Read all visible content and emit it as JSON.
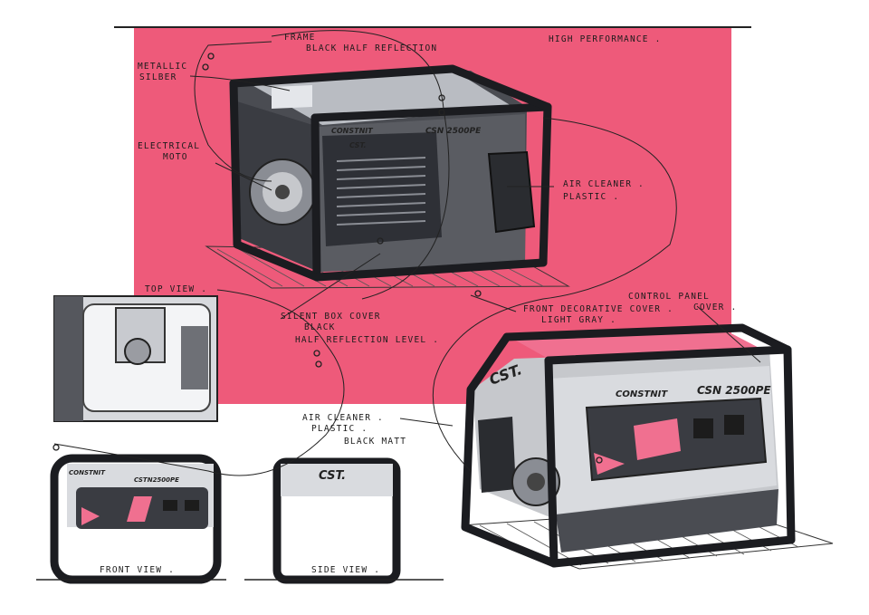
{
  "callouts": {
    "frame": "FRAME",
    "frame_finish": "BLACK HALF REFLECTION",
    "high_performance": "HIGH PERFORMANCE .",
    "metallic": "METALLIC",
    "silver": "SILBER",
    "electrical": "ELECTRICAL",
    "moto": "MOTO",
    "air_cleaner_top": "AIR CLEANER .",
    "plastic_top": "PLASTIC .",
    "top_view": "TOP VIEW .",
    "silent_box_cover": "SILENT BOX COVER",
    "black": "BLACK",
    "half_reflection_level": "HALF REFLECTION LEVEL .",
    "front_decorative_cover": "FRONT DECORATIVE COVER .",
    "light_gray": "LIGHT GRAY .",
    "control_panel": "CONTROL PANEL",
    "cover": "COVER .",
    "air_cleaner_bottom": "AIR CLEANER .",
    "plastic_bottom": "PLASTIC .",
    "black_matt": "BLACK MATT",
    "front_view": "FRONT VIEW .",
    "side_view": "SIDE VIEW ."
  },
  "branding": {
    "brand_name": "CONSTNIT",
    "model": "CSN 2500PE",
    "logo": "CST.",
    "model_small": "CSTN2500PE"
  },
  "colors": {
    "backdrop_pink": "#ee5a7a",
    "accent_pink": "#f07090",
    "ink": "#1c1c1c",
    "metal_gray": "#b9bcc2",
    "dark_gray": "#4a4c52",
    "shadow_gray": "#7d8088"
  }
}
